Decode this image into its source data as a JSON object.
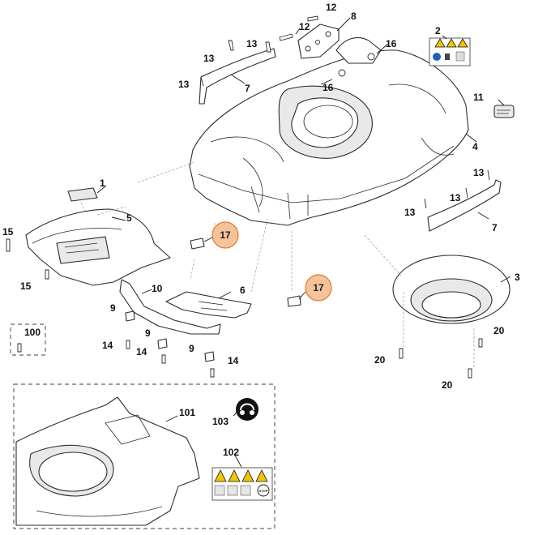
{
  "diagram": {
    "callouts": {
      "c1": "1",
      "c2": "2",
      "c3": "3",
      "c4": "4",
      "c5": "5",
      "c6": "6",
      "c7a": "7",
      "c7b": "7",
      "c8": "8",
      "c9a": "9",
      "c9b": "9",
      "c9c": "9",
      "c10": "10",
      "c11": "11",
      "c12a": "12",
      "c12b": "12",
      "c13a": "13",
      "c13b": "13",
      "c13c": "13",
      "c13d": "13",
      "c13e": "13",
      "c13f": "13",
      "c14a": "14",
      "c14b": "14",
      "c14c": "14",
      "c15a": "15",
      "c15b": "15",
      "c16a": "16",
      "c16b": "16",
      "c17a": "17",
      "c17b": "17",
      "c20a": "20",
      "c20b": "20",
      "c20c": "20",
      "c100": "100",
      "c101": "101",
      "c102": "102",
      "c103": "103"
    },
    "highlight_color": "#f5c39a",
    "highlight_stroke": "#e07a2e",
    "warning_color": "#f2c500",
    "icon_text": {
      "stop": "STOP"
    }
  }
}
